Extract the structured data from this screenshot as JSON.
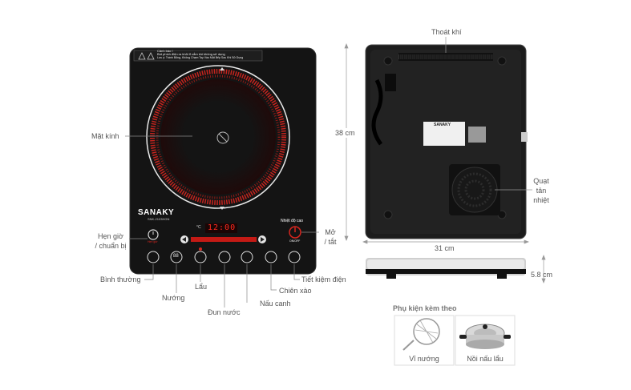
{
  "front": {
    "brand": "SANAKY",
    "model": "SNK-2103HGN",
    "warning_title": "Cảnh báo !",
    "warning_line1": "Bút phích điện ra khỏi ổ cắm khi không sử dụng",
    "warning_line2": "Lưu ý: Tránh Bỏng, Không Chạm Tay Vào Mặt Bếp Sau Khi Sử Dụng",
    "display": "12:00",
    "high_temp": "Nhiệt độ cao",
    "on_off": "ON/OFF",
    "timer_small": "Hẹn giờ",
    "temp_unit": "°C",
    "preset_1": "88"
  },
  "labels": {
    "glass": "Mặt kính",
    "timer_line1": "Hẹn giờ",
    "timer_line2": "/ chuẩn bị",
    "normal": "Bình thường",
    "grill": "Nướng",
    "hotpot": "Lẩu",
    "boil": "Đun nước",
    "soup": "Nấu canh",
    "stirfry": "Chiên xào",
    "eco": "Tiết kiệm điện",
    "power_line1": "Mở",
    "power_line2": "/ tắt",
    "vent": "Thoát khí",
    "fan_line1": "Quạt",
    "fan_line2": "tản",
    "fan_line3": "nhiệt"
  },
  "dimensions": {
    "height": "38 cm",
    "width": "31 cm",
    "thickness": "5.8 cm"
  },
  "back": {
    "brand": "SANAKY"
  },
  "accessories": {
    "title": "Phụ kiện kèm theo",
    "item_1": "Vỉ nướng",
    "item_2": "Nồi nấu lẩu"
  },
  "colors": {
    "body": "#141414",
    "ring_red": "#d8261f",
    "label_text": "#555555"
  }
}
